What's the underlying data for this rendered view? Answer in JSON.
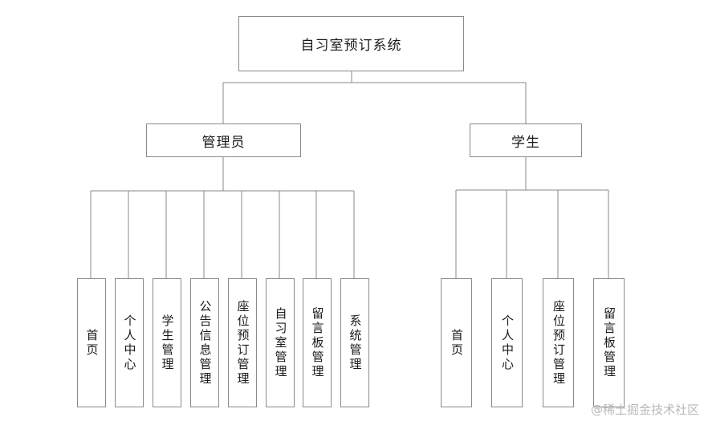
{
  "diagram": {
    "title_node": {
      "label": "自习室预订系统"
    },
    "branches": [
      {
        "key": "admin",
        "label": "管理员",
        "leaves": [
          {
            "label": "首页"
          },
          {
            "label": "个人中心"
          },
          {
            "label": "学生管理"
          },
          {
            "label": "公告信息管理"
          },
          {
            "label": "座位预订管理"
          },
          {
            "label": "自习室管理"
          },
          {
            "label": "留言板管理"
          },
          {
            "label": "系统管理"
          }
        ]
      },
      {
        "key": "student",
        "label": "学生",
        "leaves": [
          {
            "label": "首页"
          },
          {
            "label": "个人中心"
          },
          {
            "label": "座位预订管理"
          },
          {
            "label": "留言板管理"
          }
        ]
      }
    ]
  },
  "watermark": {
    "text": "@稀土掘金技术社区"
  },
  "colors": {
    "line": "#8a8a8a",
    "text": "#1a1a1a",
    "background": "#ffffff",
    "watermark": "#b9b9b9"
  }
}
